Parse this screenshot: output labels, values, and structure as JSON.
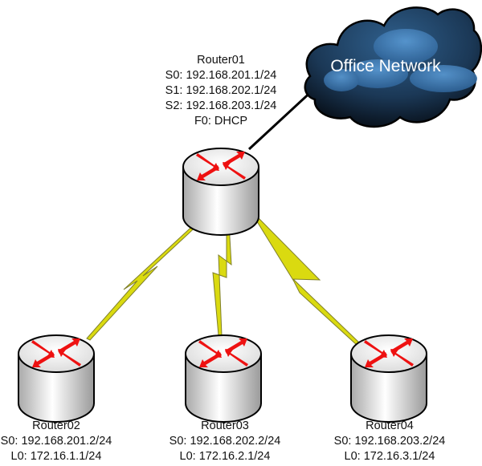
{
  "diagram": {
    "cloud": {
      "label": "Office Network",
      "icon": "cloud-icon"
    },
    "routers": [
      {
        "id": "router01",
        "name": "Router01",
        "lines": [
          "S0:  192.168.201.1/24",
          "S1:  192.168.202.1/24",
          "S2:  192.168.203.1/24",
          "F0:  DHCP"
        ]
      },
      {
        "id": "router02",
        "name": "Router02",
        "lines": [
          "S0:  192.168.201.2/24",
          "L0:  172.16.1.1/24"
        ]
      },
      {
        "id": "router03",
        "name": "Router03",
        "lines": [
          "S0:  192.168.202.2/24",
          "L0:  172.16.2.1/24"
        ]
      },
      {
        "id": "router04",
        "name": "Router04",
        "lines": [
          "S0:  192.168.203.2/24",
          "L0:  172.16.3.1/24"
        ]
      }
    ],
    "links": [
      {
        "from": "Router01",
        "to": "Office Network",
        "type": "ethernet"
      },
      {
        "from": "Router01",
        "to": "Router02",
        "type": "serial"
      },
      {
        "from": "Router01",
        "to": "Router03",
        "type": "serial"
      },
      {
        "from": "Router01",
        "to": "Router04",
        "type": "serial"
      }
    ],
    "colors": {
      "serial_link": "#d4d400",
      "serial_link_edge": "#7a7a10",
      "ethernet_link": "#000000",
      "router_arrows": "#ee1111",
      "cloud_dark": "#0d1a2a",
      "cloud_light": "#4a8ac4"
    }
  }
}
